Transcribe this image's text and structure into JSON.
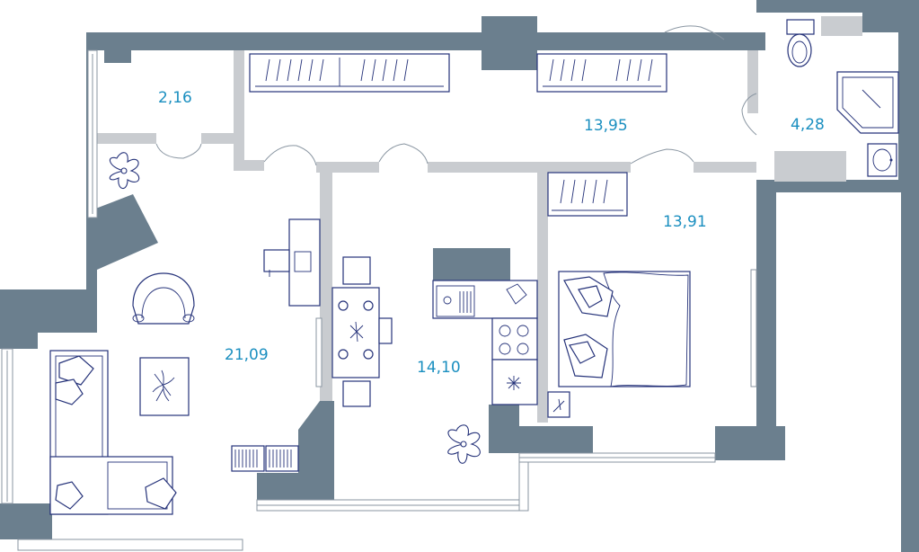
{
  "floorplan": {
    "rooms": [
      {
        "id": "storage",
        "area": "2,16"
      },
      {
        "id": "corridor",
        "area": "13,95"
      },
      {
        "id": "bathroom",
        "area": "4,28"
      },
      {
        "id": "bedroom",
        "area": "13,91"
      },
      {
        "id": "living",
        "area": "21,09"
      },
      {
        "id": "kitchen",
        "area": "14,10"
      }
    ],
    "colors": {
      "wall": "#6b7f8e",
      "partition": "#c9ccd0",
      "furniture": "#26337a",
      "area_text": "#1b8fc0"
    }
  }
}
